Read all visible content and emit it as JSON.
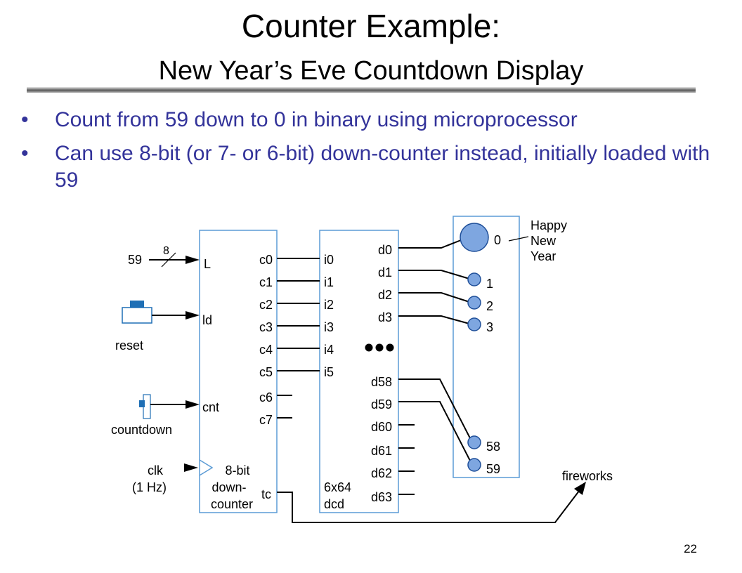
{
  "title": {
    "line1": "Counter Example:",
    "line2": "New Year’s Eve Countdown Display"
  },
  "bullets": [
    "Count from 59 down to 0 in binary using microprocessor",
    "Can use 8-bit (or 7- or 6-bit) down-counter instead, initially loaded with 59"
  ],
  "page_number": "22",
  "colors": {
    "bullet_text": "#33339a",
    "block_border": "#5b9bd5",
    "led_fill": "#7ea6e0",
    "led_stroke": "#1f4f99"
  },
  "diagram": {
    "load_value": "59",
    "bus_width": "8",
    "counter_inputs": [
      "L",
      "ld",
      "cnt"
    ],
    "counter_outputs": [
      "c0",
      "c1",
      "c2",
      "c3",
      "c4",
      "c5",
      "c6",
      "c7"
    ],
    "counter_tc": "tc",
    "counter_label": [
      "8-bit",
      "down-",
      "counter"
    ],
    "reset_label": "reset",
    "countdown_label": "countdown",
    "clk_label": [
      "clk",
      "(1 Hz)"
    ],
    "decoder_inputs": [
      "i0",
      "i1",
      "i2",
      "i3",
      "i4",
      "i5"
    ],
    "decoder_outputs_top": [
      "d0",
      "d1",
      "d2",
      "d3"
    ],
    "decoder_outputs_bottom": [
      "d58",
      "d59",
      "d60",
      "d61",
      "d62",
      "d63"
    ],
    "decoder_label": [
      "6x64",
      "dcd"
    ],
    "leds": [
      "0",
      "1",
      "2",
      "3",
      "58",
      "59"
    ],
    "happy_new_year": [
      "Happy",
      "New",
      "Year"
    ],
    "fireworks_label": "fireworks"
  }
}
